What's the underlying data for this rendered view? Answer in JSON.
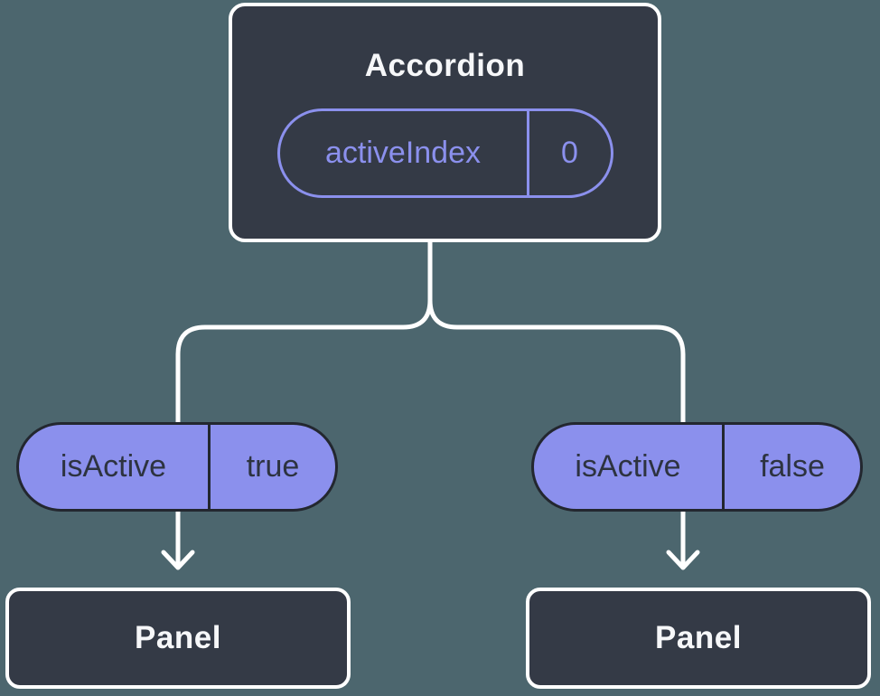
{
  "root_node": {
    "title": "Accordion",
    "state_pill": {
      "name": "activeIndex",
      "value": "0"
    }
  },
  "prop_pills": {
    "left": {
      "name": "isActive",
      "value": "true"
    },
    "right": {
      "name": "isActive",
      "value": "false"
    }
  },
  "panel_nodes": {
    "left": {
      "title": "Panel"
    },
    "right": {
      "title": "Panel"
    }
  },
  "colors": {
    "background": "#4C666E",
    "node_fill": "#343A46",
    "node_border": "#FFFFFF",
    "node_text": "#F6F7F9",
    "pill_fill": "#8B90ED",
    "pill_dark_text": "#2D3340",
    "pill_dark_border": "#23272F",
    "accent_purple": "#8B90ED",
    "connector": "#FFFFFF"
  }
}
